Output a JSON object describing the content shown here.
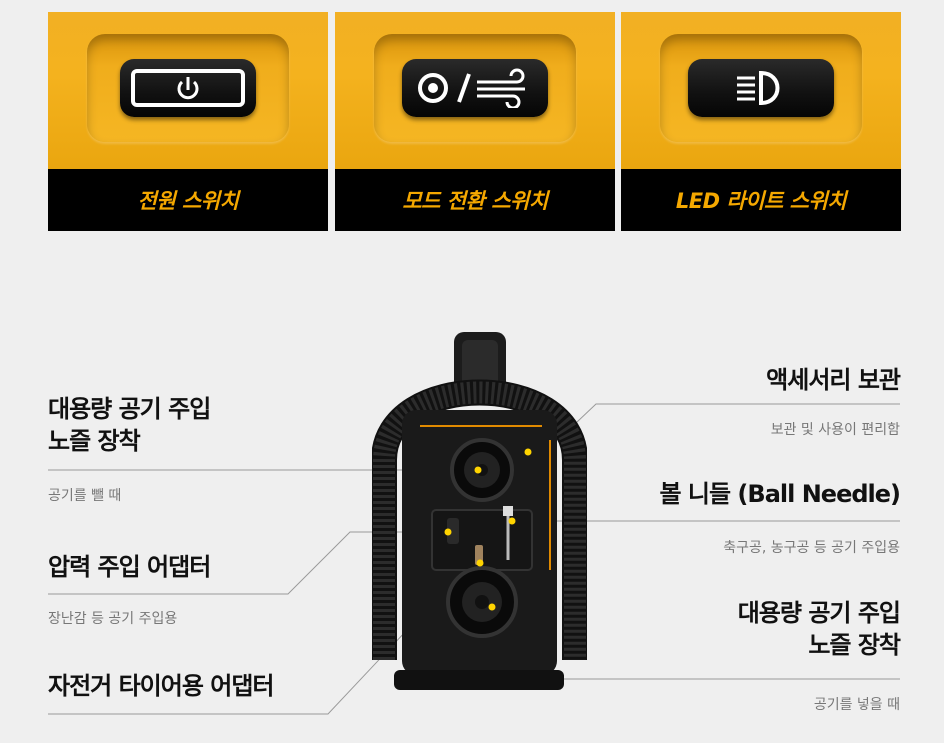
{
  "switch_panels": [
    {
      "caption": "전원 스위치",
      "icon": "power-icon"
    },
    {
      "caption": "모드 전환 스위치",
      "icon": "tire-wind-icon"
    },
    {
      "caption": "LED 라이트 스위치",
      "icon": "headlight-icon"
    }
  ],
  "callouts": {
    "large_nozzle_in": {
      "title_line1": "대용량 공기 주입",
      "title_line2": "노즐 장착",
      "desc": "공기를 뺄 때"
    },
    "pressure_adapter": {
      "title": "압력 주입 어댑터",
      "desc": "장난감 등 공기 주입용"
    },
    "bike_adapter": {
      "title": "자전거 타이어용 어댑터"
    },
    "accessory_storage": {
      "title": "액세서리 보관",
      "desc": "보관 및 사용이 편리함"
    },
    "ball_needle": {
      "title": "볼 니들 (Ball Needle)",
      "desc": "축구공, 농구공 등 공기 주입용"
    },
    "large_nozzle_out": {
      "title_line1": "대용량 공기 주입",
      "title_line2": "노즐 장착",
      "desc": "공기를 넣을 때"
    }
  },
  "colors": {
    "accent": "#f5a800",
    "caption_bg": "#000000",
    "marker": "#ffd400"
  }
}
